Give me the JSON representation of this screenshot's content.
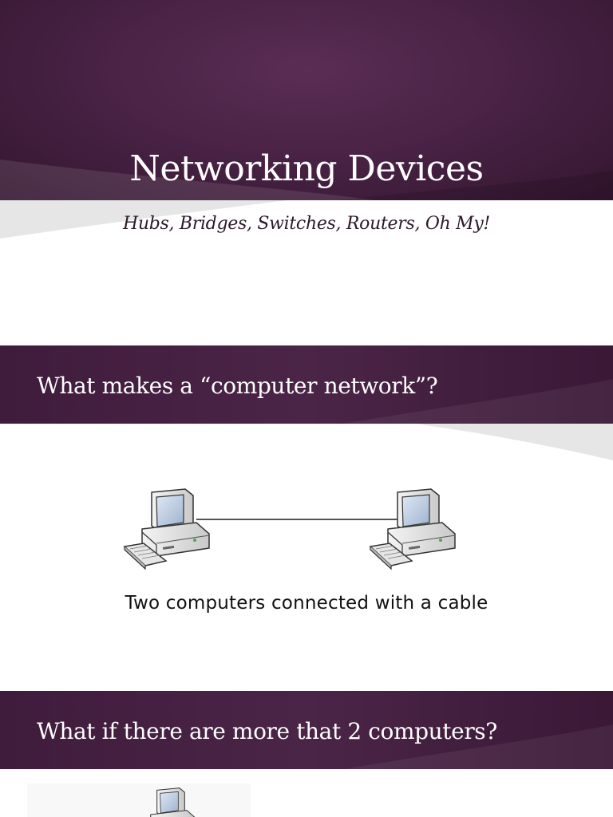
{
  "slides": [
    {
      "title": "Networking Devices",
      "subtitle": "Hubs, Bridges, Switches, Routers, Oh My!"
    },
    {
      "title": "What makes a “computer network”?",
      "figure": {
        "caption": "Two computers connected with a cable",
        "nodes": [
          "computer-icon",
          "computer-icon"
        ]
      }
    },
    {
      "title": "What if there are more that 2 computers?",
      "figure": {
        "nodes": [
          "computer-icon"
        ]
      }
    }
  ],
  "colors": {
    "header_purple": "#4a2346",
    "title_text": "#ffffff",
    "subtitle_text": "#2b1a29"
  }
}
